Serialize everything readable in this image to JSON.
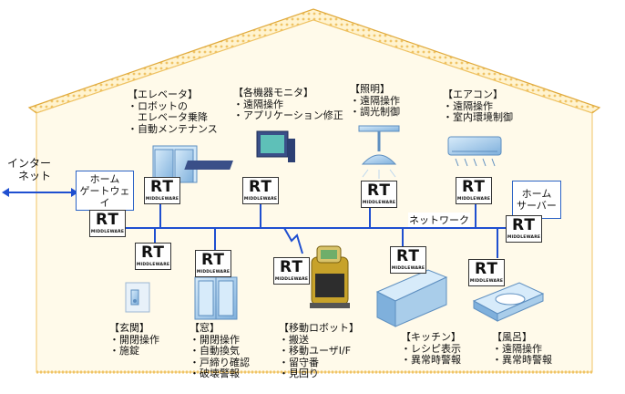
{
  "internet": {
    "label_1": "インター",
    "label_2": "ネット"
  },
  "home_gateway": {
    "line_1": "ホーム",
    "line_2": "ゲートウェイ"
  },
  "home_server": {
    "line_1": "ホーム",
    "line_2": "サーバー"
  },
  "network_label": "ネットワーク",
  "rt_logo": {
    "mark": "RT",
    "text": "MIDDLEWARE"
  },
  "elevator": {
    "title": "【エレベータ】",
    "items": [
      "・ロボットの",
      "　エレベータ乗降",
      "・自動メンテナンス"
    ]
  },
  "monitor": {
    "title": "【各機器モニタ】",
    "items": [
      "・遠隔操作",
      "・アプリケーション修正"
    ]
  },
  "lighting": {
    "title": "【照明】",
    "items": [
      "・遠隔操作",
      "・調光制御"
    ]
  },
  "aircon": {
    "title": "【エアコン】",
    "items": [
      "・遠隔操作",
      "・室内環境制御"
    ]
  },
  "entrance": {
    "title": "【玄関】",
    "items": [
      "・開閉操作",
      "・施錠"
    ]
  },
  "window": {
    "title": "【窓】",
    "items": [
      "・開閉操作",
      "・自動換気",
      "・戸締り確認",
      "・破壊警報"
    ]
  },
  "robot": {
    "title": "【移動ロボット】",
    "items": [
      "・搬送",
      "・移動ユーザI/F",
      "・留守番",
      "・見回り"
    ]
  },
  "kitchen": {
    "title": "【キッチン】",
    "items": [
      "・レシピ表示",
      "・異常時警報"
    ]
  },
  "bath": {
    "title": "【風呂】",
    "items": [
      "・遠隔操作",
      "・異常時警報"
    ]
  },
  "colors": {
    "network": "#1f4fd0",
    "box_border": "#2b63c6",
    "roof": "#f2c86a",
    "roof_line": "#e0a93a",
    "house_fill": "#fff7dc",
    "appliance": "#a9cdea",
    "appliance_dark": "#5e8fc0"
  }
}
